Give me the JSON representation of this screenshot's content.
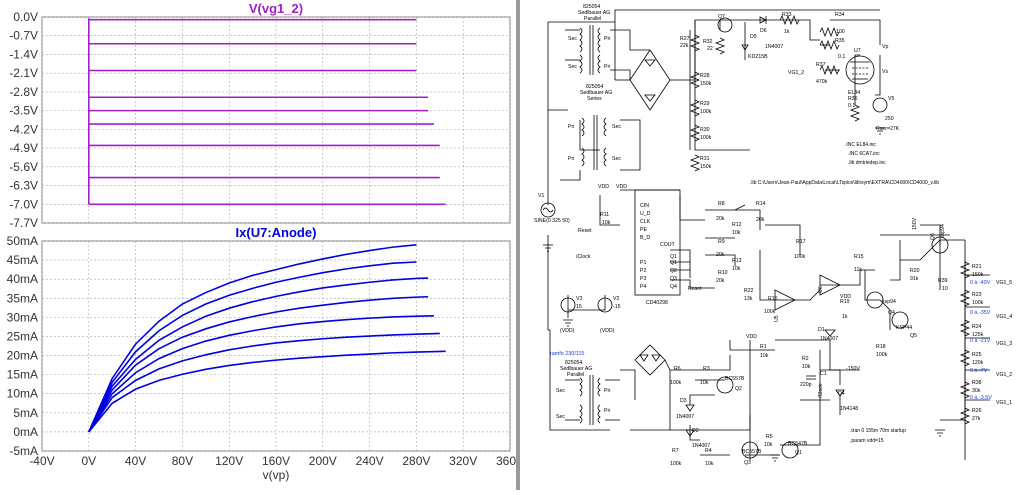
{
  "colors": {
    "voltage_trace": "#a020c8",
    "current_trace": "#0000e0",
    "plot_title": "#0000e0",
    "voltage_title": "#a020c8",
    "grid": "#a8a8a8",
    "net_label_blue": "#1a3cd6",
    "wire": "#000000"
  },
  "chart_data": [
    {
      "type": "line",
      "title": "V(vg1_2)",
      "ylabel": "",
      "xlabel": "",
      "yticks": [
        "0.0V",
        "-0.7V",
        "-1.4V",
        "-2.1V",
        "-2.8V",
        "-3.5V",
        "-4.2V",
        "-4.9V",
        "-5.6V",
        "-6.3V",
        "-7.0V",
        "-7.7V"
      ],
      "ylim": [
        -7.7,
        0
      ],
      "xlim": [
        -40,
        360
      ],
      "grid": true,
      "series": [
        {
          "values": [
            -0.1,
            -0.1
          ],
          "x_end": 280
        },
        {
          "values": [
            -1.0,
            -1.0
          ],
          "x_end": 280
        },
        {
          "values": [
            -2.0,
            -2.0
          ],
          "x_end": 280
        },
        {
          "values": [
            -3.0,
            -3.0
          ],
          "x_end": 290
        },
        {
          "values": [
            -3.5,
            -3.5
          ],
          "x_end": 290
        },
        {
          "values": [
            -4.0,
            -4.0
          ],
          "x_end": 295
        },
        {
          "values": [
            -4.8,
            -4.8
          ],
          "x_end": 300
        },
        {
          "values": [
            -6.0,
            -6.0
          ],
          "x_end": 300
        },
        {
          "values": [
            -7.0,
            -7.0
          ],
          "x_end": 305
        }
      ]
    },
    {
      "type": "line",
      "title": "Ix(U7:Anode)",
      "xlabel": "v(vp)",
      "xticks": [
        "-40V",
        "0V",
        "40V",
        "80V",
        "120V",
        "160V",
        "200V",
        "240V",
        "280V",
        "320V",
        "360V"
      ],
      "yticks": [
        "50mA",
        "45mA",
        "40mA",
        "35mA",
        "30mA",
        "25mA",
        "20mA",
        "15mA",
        "10mA",
        "5mA",
        "0mA",
        "-5mA"
      ],
      "xlim": [
        -40,
        360
      ],
      "ylim": [
        -5,
        50
      ],
      "grid": true,
      "series": [
        {
          "x": [
            0,
            20,
            40,
            60,
            80,
            100,
            120,
            140,
            160,
            180,
            200,
            220,
            240,
            260,
            280
          ],
          "values": [
            0,
            14,
            23,
            29,
            33.5,
            36.5,
            39,
            41,
            42.5,
            44,
            45.3,
            46.5,
            47.5,
            48.4,
            49
          ]
        },
        {
          "x": [
            0,
            20,
            40,
            60,
            80,
            100,
            120,
            140,
            160,
            180,
            200,
            220,
            240,
            260,
            280
          ],
          "values": [
            0,
            13,
            21,
            26.5,
            30.5,
            33.5,
            35.8,
            37.6,
            39.2,
            40.5,
            41.7,
            42.7,
            43.5,
            44.2,
            44.5
          ]
        },
        {
          "x": [
            0,
            20,
            40,
            60,
            80,
            100,
            120,
            140,
            160,
            180,
            200,
            220,
            240,
            260,
            280,
            290
          ],
          "values": [
            0,
            12,
            19,
            24,
            27.5,
            30.3,
            32.4,
            34.1,
            35.5,
            36.7,
            37.7,
            38.5,
            39.2,
            39.8,
            40.2,
            40.3
          ]
        },
        {
          "x": [
            0,
            20,
            40,
            60,
            80,
            100,
            120,
            140,
            160,
            180,
            200,
            220,
            240,
            260,
            280,
            290
          ],
          "values": [
            0,
            11,
            17.5,
            21.8,
            24.8,
            27,
            28.8,
            30.2,
            31.4,
            32.4,
            33.2,
            33.9,
            34.5,
            35,
            35.3,
            35.4
          ]
        },
        {
          "x": [
            0,
            20,
            40,
            60,
            80,
            100,
            120,
            140,
            160,
            180,
            200,
            220,
            240,
            260,
            280,
            295
          ],
          "values": [
            0,
            10,
            15.5,
            19.2,
            21.8,
            23.8,
            25.3,
            26.5,
            27.5,
            28.3,
            28.9,
            29.4,
            29.8,
            30.1,
            30.3,
            30.4
          ]
        },
        {
          "x": [
            0,
            20,
            40,
            60,
            80,
            100,
            120,
            140,
            160,
            180,
            200,
            220,
            240,
            260,
            280,
            300
          ],
          "values": [
            0,
            9,
            13.5,
            16.5,
            18.6,
            20.2,
            21.5,
            22.5,
            23.3,
            23.9,
            24.4,
            24.8,
            25.1,
            25.4,
            25.6,
            25.8
          ]
        },
        {
          "x": [
            0,
            20,
            40,
            60,
            80,
            100,
            120,
            140,
            160,
            180,
            200,
            220,
            240,
            260,
            280,
            305
          ],
          "values": [
            0,
            7.5,
            11.2,
            13.5,
            15.1,
            16.4,
            17.4,
            18.2,
            18.8,
            19.3,
            19.7,
            20.1,
            20.4,
            20.7,
            20.9,
            21.1
          ]
        }
      ]
    }
  ],
  "schematic": {
    "transformers": [
      {
        "name": "825054",
        "desc1": "Sedlbauer AG",
        "desc2": "Parallel",
        "pri": "Pri",
        "sec": "Sec"
      },
      {
        "name": "825054",
        "desc1": "Sedlbauer AG",
        "desc2": "Series",
        "pri": "Pri",
        "sec": "Sec"
      },
      {
        "name": "825054",
        "desc1": "Sedlbauer AG",
        "desc2": "Parallel",
        "pri": "Pri",
        "sec": "Sec"
      }
    ],
    "resistors": [
      {
        "ref": "R27",
        "val": "22k"
      },
      {
        "ref": "R32",
        "val": "22"
      },
      {
        "ref": "R28",
        "val": "150k"
      },
      {
        "ref": "R29",
        "val": "100k"
      },
      {
        "ref": "R30",
        "val": "100k"
      },
      {
        "ref": "R31",
        "val": "150k"
      },
      {
        "ref": "R33",
        "val": "1k"
      },
      {
        "ref": "R34",
        "val": "100"
      },
      {
        "ref": "R35",
        "val": "0.1"
      },
      {
        "ref": "R37",
        "val": "470k"
      },
      {
        "ref": "R36",
        "val": "0.1"
      }
    ],
    "parts": {
      "q7": "Q7",
      "d5": "D5",
      "d5_val": "KDZ15B",
      "d6": "D6",
      "d6_val": "1N4007",
      "u7": "U7",
      "el84": "EL84",
      "v5": "V5",
      "v5_val": "250",
      "rser": "Rser=27K",
      "vg1_2": "VG1_2",
      "vp": "Vp",
      "vs": "Vs"
    },
    "directives": {
      "inc1": ".INC EL84.inc",
      "inc2": ".INC 6CA7.inc",
      "lib1": ".lib dmtriedep.inc",
      "lib2": ".lib C:\\Users\\Jean-Paul\\AppData\\Local\\LTspice\\lib\\sym\\EXTRA\\CD4000\\CD4000_v.lib",
      "tran": ".tran 0 155m 70m startup",
      "param": ".param vdd=15"
    },
    "counter": {
      "name": "CD40298",
      "pins_left": [
        "CIN",
        "U_D",
        "CLK",
        "PE",
        "B_D",
        "P1",
        "P2",
        "P3",
        "P4"
      ],
      "pins_right": [
        "COUT",
        "Q1",
        "Q2",
        "Q3",
        "Q4"
      ],
      "reset": "Reset",
      "clock": "/Clock"
    },
    "sine": {
      "ref": "V1",
      "val": "SINE(0 325 50)"
    },
    "vdd_labels": [
      "VDD",
      "VDD",
      "(VDD)",
      "(VDD)",
      "VDD",
      "VDD"
    ],
    "supplies": [
      {
        "ref": "V3",
        "val": "15"
      },
      {
        "ref": "V2",
        "val": "-15"
      }
    ],
    "ramfo": "ramfo 230/115",
    "lower_parts": [
      {
        "ref": "R6",
        "val": "100k"
      },
      {
        "ref": "R3",
        "val": "10k"
      },
      {
        "ref": "Q2",
        "val": "BC557B"
      },
      {
        "ref": "D3",
        "val": "1N4007"
      },
      {
        "ref": "D2",
        "val": "1N4007"
      },
      {
        "ref": "R1",
        "val": "10k"
      },
      {
        "ref": "R2",
        "val": "10k"
      },
      {
        "ref": "C1",
        "val": "220p"
      },
      {
        "ref": "D1",
        "val": "1N4007"
      },
      {
        "ref": "D4",
        "val": "1N4148"
      },
      {
        "ref": "R7",
        "val": "100k"
      },
      {
        "ref": "R4",
        "val": "10k"
      },
      {
        "ref": "Q3",
        "val": "BC557B"
      },
      {
        "ref": "R5",
        "val": "10k"
      },
      {
        "ref": "Q1",
        "val": "BC547B"
      }
    ],
    "ladder": [
      {
        "ref": "R8",
        "val": "20k"
      },
      {
        "ref": "R12",
        "val": "10k"
      },
      {
        "ref": "R14",
        "val": "20k"
      },
      {
        "ref": "R9",
        "val": "20k"
      },
      {
        "ref": "R13",
        "val": "10k"
      },
      {
        "ref": "R10",
        "val": "20k"
      },
      {
        "ref": "R22",
        "val": "13k"
      },
      {
        "ref": "R16",
        "val": "100k"
      },
      {
        "ref": "R17",
        "val": "100k"
      },
      {
        "ref": "R15",
        "val": "11k"
      },
      {
        "ref": "R19",
        "val": "1k"
      },
      {
        "ref": "R20",
        "val": "91k"
      },
      {
        "ref": "R18",
        "val": "100k"
      },
      {
        "ref": "R39",
        "val": "10"
      },
      {
        "ref": "Q4",
        "val": "ksp94"
      },
      {
        "ref": "Q5",
        "val": "KSP44"
      },
      {
        "ref": "Q6",
        "val": "ksp94"
      },
      {
        "ref": "R11",
        "val": "10k"
      }
    ],
    "neg150": "-150V",
    "neg150b": "150V",
    "divider": [
      {
        "ref": "R21",
        "val": "150k",
        "range": "0 à -49V",
        "net": "VG1_5"
      },
      {
        "ref": "R23",
        "val": "100k",
        "range": "0 à -35V",
        "net": "VG1_4"
      },
      {
        "ref": "R24",
        "val": "125k",
        "range": "0 à -21V",
        "net": "VG1_3"
      },
      {
        "ref": "R25",
        "val": "120k",
        "range": "0 à -7V",
        "net": "VG1_2"
      },
      {
        "ref": "R38",
        "val": "30k",
        "range": "0 à -3.5V",
        "net": "VG1_1"
      },
      {
        "ref": "R26",
        "val": "27k",
        "range": "",
        "net": ""
      }
    ],
    "reset_label": "Reset",
    "clock_label": "/Clock",
    "u5": "U5",
    "u6": "U6",
    "q_labels": [
      "Q1",
      "Q2",
      "Q3",
      "Q4"
    ]
  }
}
